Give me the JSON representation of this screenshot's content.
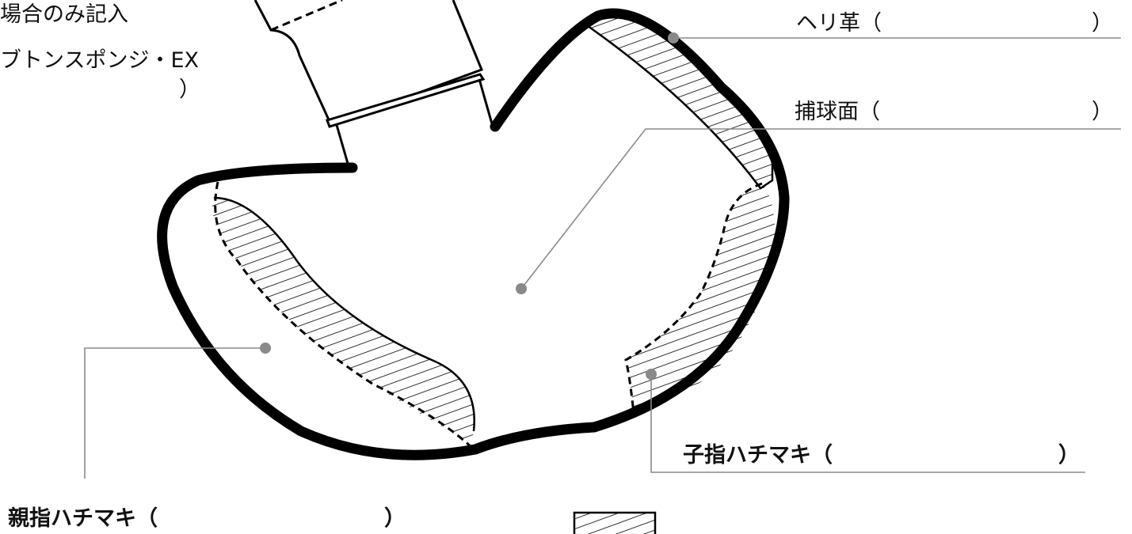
{
  "labels": {
    "note_line1": "場合のみ記入",
    "note_line2": "ブトンスポンジ・EX",
    "note_close": "）",
    "heri": "ヘリ革（",
    "heri_close": "）",
    "hokyu": "捕球面（",
    "hokyu_close": "）",
    "koyubi": "子指ハチマキ（",
    "koyubi_close": "）",
    "oyayubi": "親指ハチマキ（",
    "oyayubi_close": "）"
  },
  "colors": {
    "outline": "#000000",
    "leader": "#8a8a8a",
    "dot": "#8a8a8a",
    "hatch": "#000000"
  }
}
